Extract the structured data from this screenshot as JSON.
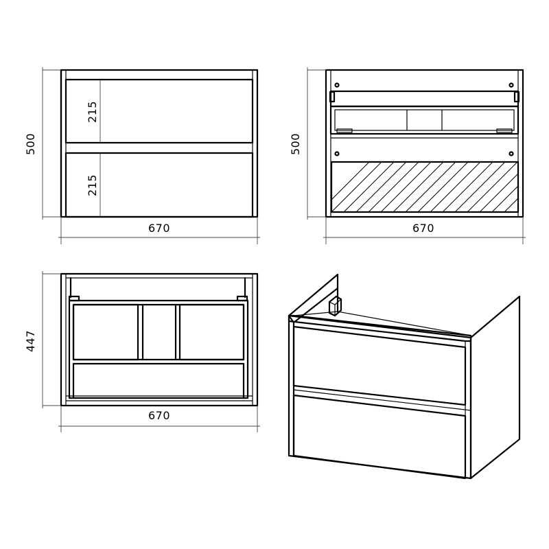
{
  "front_view": {
    "height_label": "500",
    "width_label": "670",
    "drawer_top_label": "215",
    "drawer_bottom_label": "215"
  },
  "back_view": {
    "height_label": "500",
    "width_label": "670"
  },
  "top_view": {
    "depth_label": "447",
    "width_label": "670"
  },
  "iso_view": {}
}
